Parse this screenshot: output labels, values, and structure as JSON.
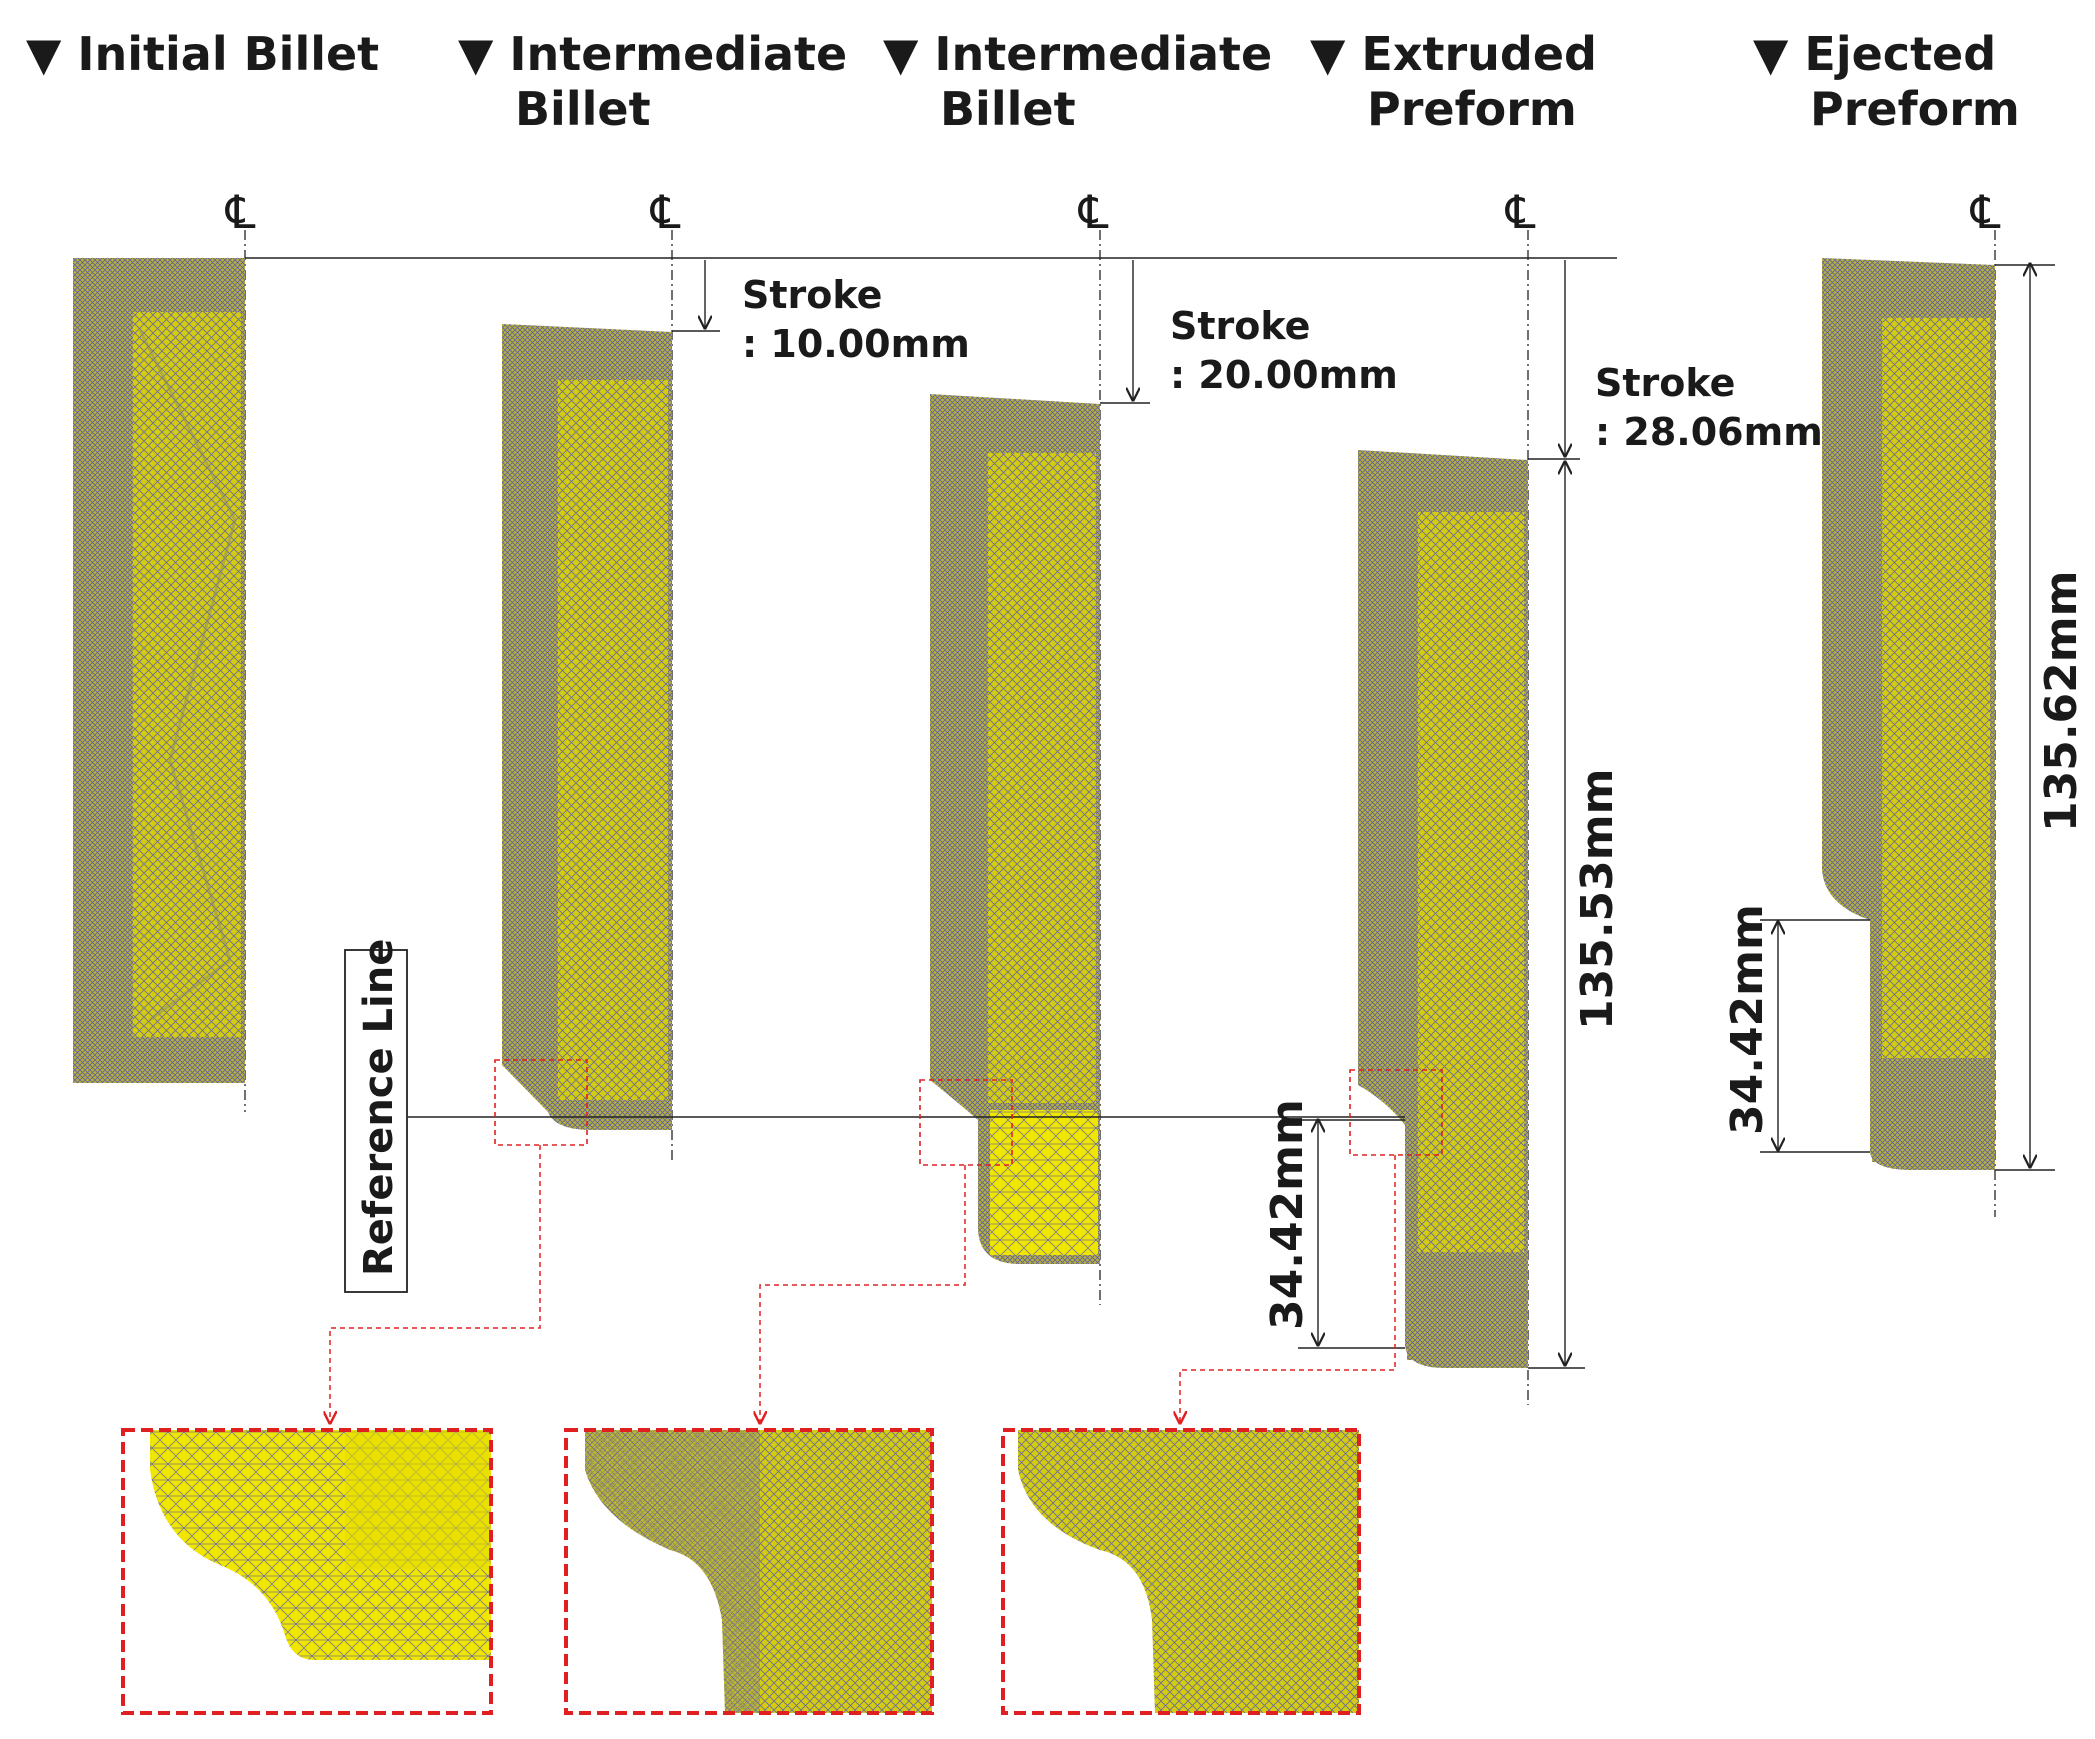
{
  "stages": [
    {
      "marker": "▼",
      "title_lines": [
        "Initial Billet"
      ]
    },
    {
      "marker": "▼",
      "title_lines": [
        "Intermediate",
        "Billet"
      ]
    },
    {
      "marker": "▼",
      "title_lines": [
        "Intermediate",
        "Billet"
      ]
    },
    {
      "marker": "▼",
      "title_lines": [
        "Extruded",
        "Preform"
      ]
    },
    {
      "marker": "▼",
      "title_lines": [
        "Ejected",
        "Preform"
      ]
    }
  ],
  "centerline_symbol": "℄",
  "strokes": [
    {
      "label": "Stroke",
      "value": ": 10.00mm"
    },
    {
      "label": "Stroke",
      "value": ": 20.00mm"
    },
    {
      "label": "Stroke",
      "value": ": 28.06mm"
    }
  ],
  "reference_line": "Reference Line",
  "dimensions": {
    "extruded_total": "135.53mm",
    "extruded_shaft": "34.42mm",
    "ejected_total": "135.62mm",
    "ejected_shaft": "34.42mm"
  },
  "colors": {
    "mesh_fill": "#d8d000",
    "mesh_dense": "#8f8f5a",
    "mesh_line": "#6a6a9a",
    "detail_border": "#e02020"
  }
}
